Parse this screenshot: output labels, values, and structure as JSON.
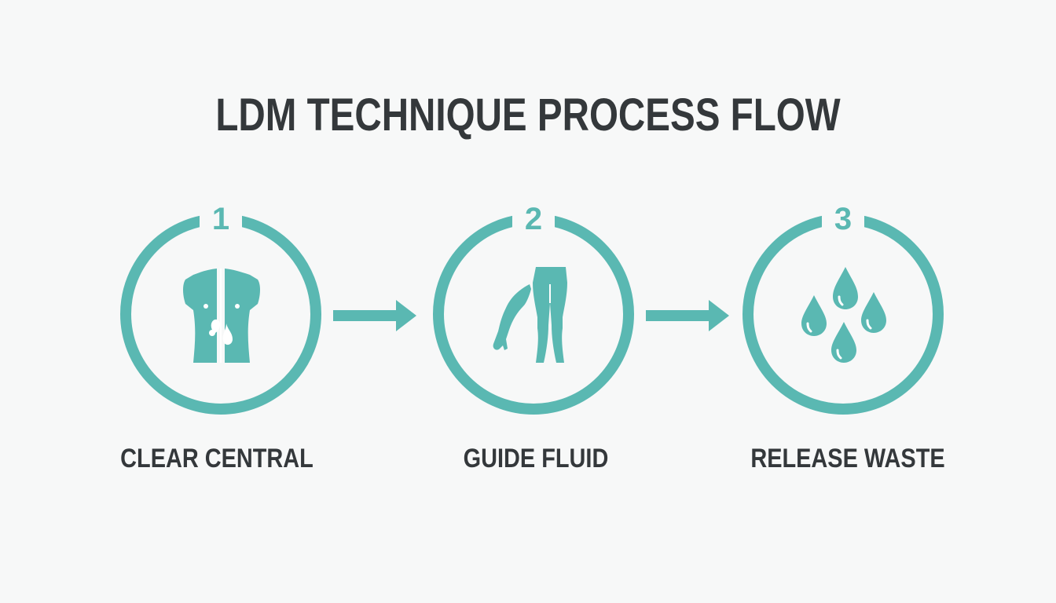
{
  "title": "LDM TECHNIQUE PROCESS FLOW",
  "colors": {
    "accent": "#5ab8b2",
    "text": "#34383b",
    "background": "#f7f8f8"
  },
  "steps": [
    {
      "number": "1",
      "label": "CLEAR CENTRAL",
      "icon": "torso-icon"
    },
    {
      "number": "2",
      "label": "GUIDE FLUID",
      "icon": "limbs-icon"
    },
    {
      "number": "3",
      "label": "RELEASE WASTE",
      "icon": "droplets-icon"
    }
  ]
}
